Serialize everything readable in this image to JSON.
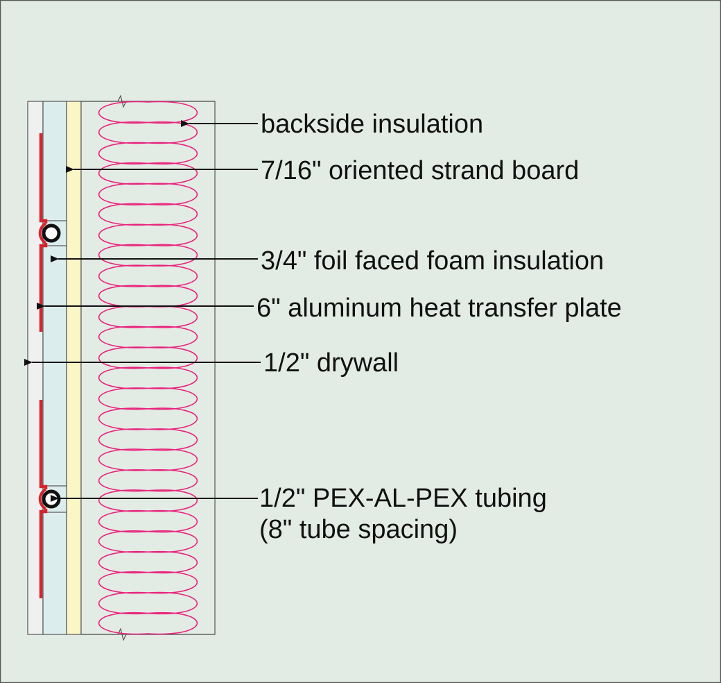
{
  "colors": {
    "background": "#e3ebe5",
    "frame": "#555555",
    "drywall": "#f0f0f0",
    "foam": "#dcedee",
    "osb": "#fbf6c6",
    "insulation_fill": "#e3ebe5",
    "insulation_loop": "#e8247d",
    "heat_plate": "#d7232d",
    "tube": "#111111",
    "leader": "#111111"
  },
  "labels": {
    "backside_insulation": "backside insulation",
    "osb": "7/16\" oriented strand board",
    "foam_insulation": "3/4\" foil faced foam insulation",
    "heat_plate": "6\" aluminum heat transfer plate",
    "drywall": "1/2\" drywall",
    "tubing_line1": "1/2\" PEX-AL-PEX tubing",
    "tubing_line2": "(8\" tube spacing)"
  }
}
